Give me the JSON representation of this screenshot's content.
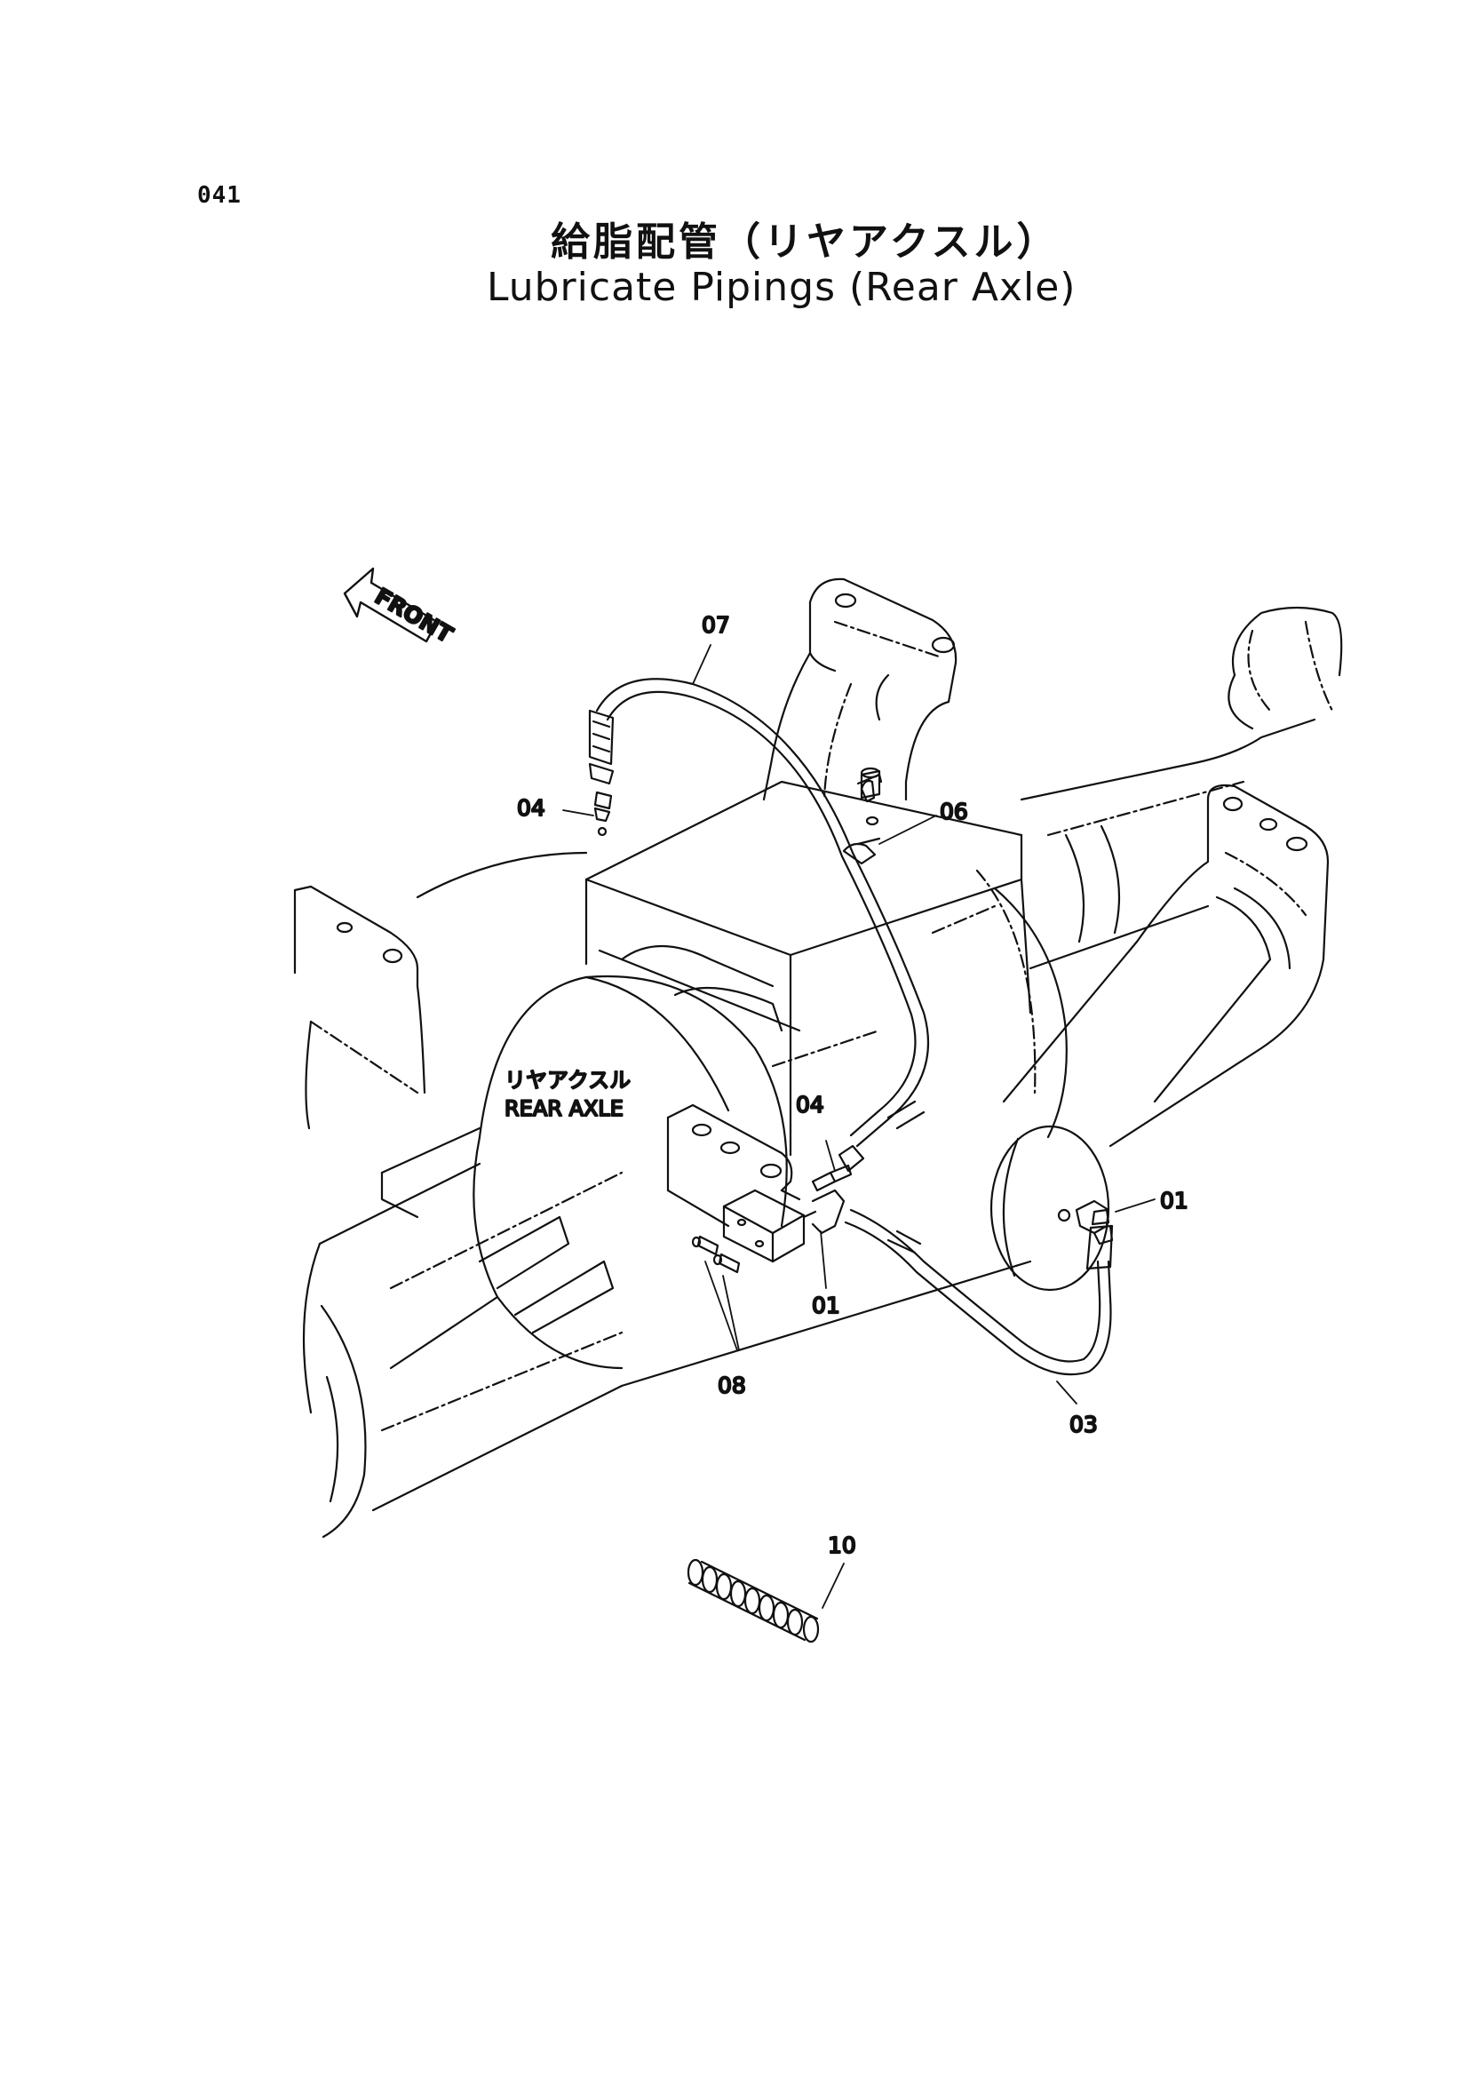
{
  "header": {
    "page_number": "041",
    "title_ja": "給脂配管（リヤアクスル）",
    "title_en": "Lubricate Pipings (Rear Axle)"
  },
  "diagram": {
    "front_arrow_label": "FRONT",
    "axle_label_ja": "リヤアクスル",
    "axle_label_en": "REAR AXLE",
    "callouts": {
      "c01_right": "01",
      "c01_bottom": "01",
      "c03": "03",
      "c04_top": "04",
      "c04_mid": "04",
      "c06": "06",
      "c07": "07",
      "c08": "08",
      "c10": "10"
    }
  }
}
